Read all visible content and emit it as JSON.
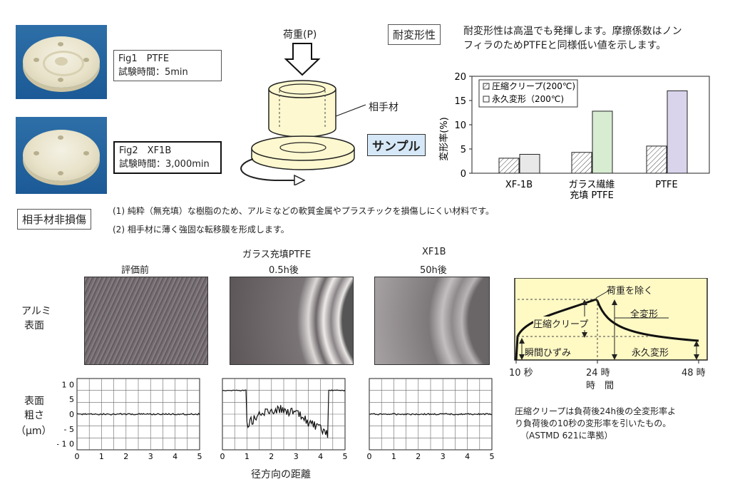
{
  "fig1": {
    "title": "Fig1　PTFE",
    "time": "試験時間：5min"
  },
  "fig2": {
    "title": "Fig2　XF1B",
    "time": "試験時間：3,000min"
  },
  "diagram": {
    "load": "荷重(P)",
    "counter": "相手材",
    "sample": "サンプル"
  },
  "deformation": {
    "heading": "耐変形性",
    "text_line1": "耐変形性は高温でも発揮します。摩擦係数はノン",
    "text_line2": "フィラのためPTFEと同様低い値を示します。"
  },
  "nondamage": {
    "heading": "相手材非損傷",
    "item1": "(1) 純粋（無充填）な樹脂のため、アルミなどの軟質金属やプラスチックを損傷しにくい材料です。",
    "item2": "(2) 相手材に薄く強固な転移膜を形成します。"
  },
  "chart_data": {
    "type": "bar",
    "categories": [
      "XF-1B",
      "ガラス繊維充填 PTFE",
      "PTFE"
    ],
    "category_lines": [
      [
        "XF-1B"
      ],
      [
        "ガラス繊維",
        "充填 PTFE"
      ],
      [
        "PTFE"
      ]
    ],
    "series": [
      {
        "name": "圧縮クリープ(200℃)",
        "values": [
          3.1,
          4.3,
          5.6
        ],
        "color": "#ffffff",
        "pattern": "hatch"
      },
      {
        "name": "永久変形（200℃)",
        "values": [
          3.9,
          12.8,
          17.0
        ],
        "color_list": [
          "#e8e8e8",
          "#d8ecd2",
          "#d9d4ec"
        ]
      }
    ],
    "ylabel": "変形率(%)",
    "ylim": [
      0,
      20
    ],
    "yticks": [
      "0",
      "5",
      "10",
      "15",
      "20"
    ],
    "legend_position": "top-left"
  },
  "surface": {
    "columns": [
      "評価前",
      "ガラス充填PTFE 0.5h後",
      "XF1B 50h後"
    ],
    "col1": "評価前",
    "col2_line1": "ガラス充填PTFE",
    "col2_line2": "0.5h後",
    "col3_line1": "XF1B",
    "col3_line2": "50h後",
    "row1_line1": "アルミ",
    "row1_line2": "表面",
    "row2_line1": "表面",
    "row2_line2": "粗さ",
    "row2_line3": "（μm）",
    "xaxis": "径方向の距離",
    "yticks": [
      "1 0",
      "5",
      "0",
      "- 5",
      "- 1 0"
    ],
    "xticks": [
      "0",
      "1",
      "2",
      "3",
      "4",
      "5"
    ]
  },
  "creep": {
    "remove_load": "荷重を除く",
    "total": "全変形",
    "creep": "圧縮クリープ",
    "instant": "瞬間ひずみ",
    "permanent": "永久変形",
    "x10": "10 秒",
    "x24": "24 時",
    "x48": "48 時",
    "xlabel": "時　間",
    "note1": "圧縮クリープは負荷後24h後の全変形率よ",
    "note2": "り負荷後の10秒の変形率を引いたもの。",
    "note3": "（ASTMD 621に準拠）",
    "bg": "#fff9c4"
  }
}
